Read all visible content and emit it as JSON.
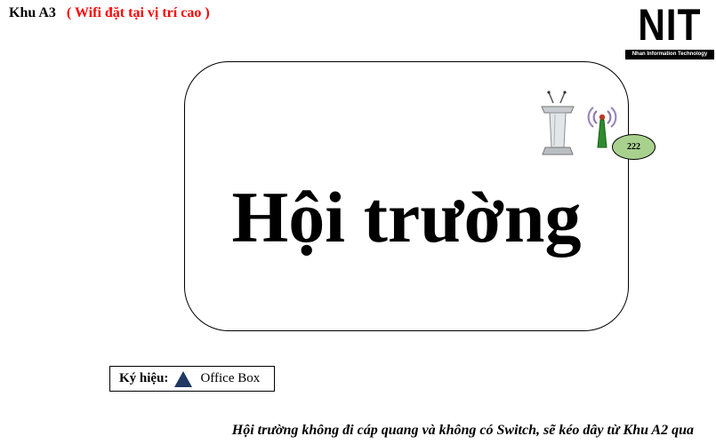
{
  "header": {
    "zone": "Khu A3",
    "note": "( Wifi đặt tại vị trí cao )"
  },
  "logo": {
    "mark": "NIT",
    "tagline": "Nhan Information Technology"
  },
  "room": {
    "title": "Hội trường"
  },
  "devices": {
    "podium_icon": "podium-icon",
    "wifi_icon": "wifi-access-point-icon",
    "ap_label": "222",
    "ap_color": "#a9d18e"
  },
  "legend": {
    "label": "Ký hiệu:",
    "symbol_icon": "triangle-icon",
    "symbol_color": "#1f3864",
    "item": "Office Box"
  },
  "footnote": "Hội trường không đi cáp quang và không có Switch, sẽ kéo dây từ Khu A2 qua"
}
